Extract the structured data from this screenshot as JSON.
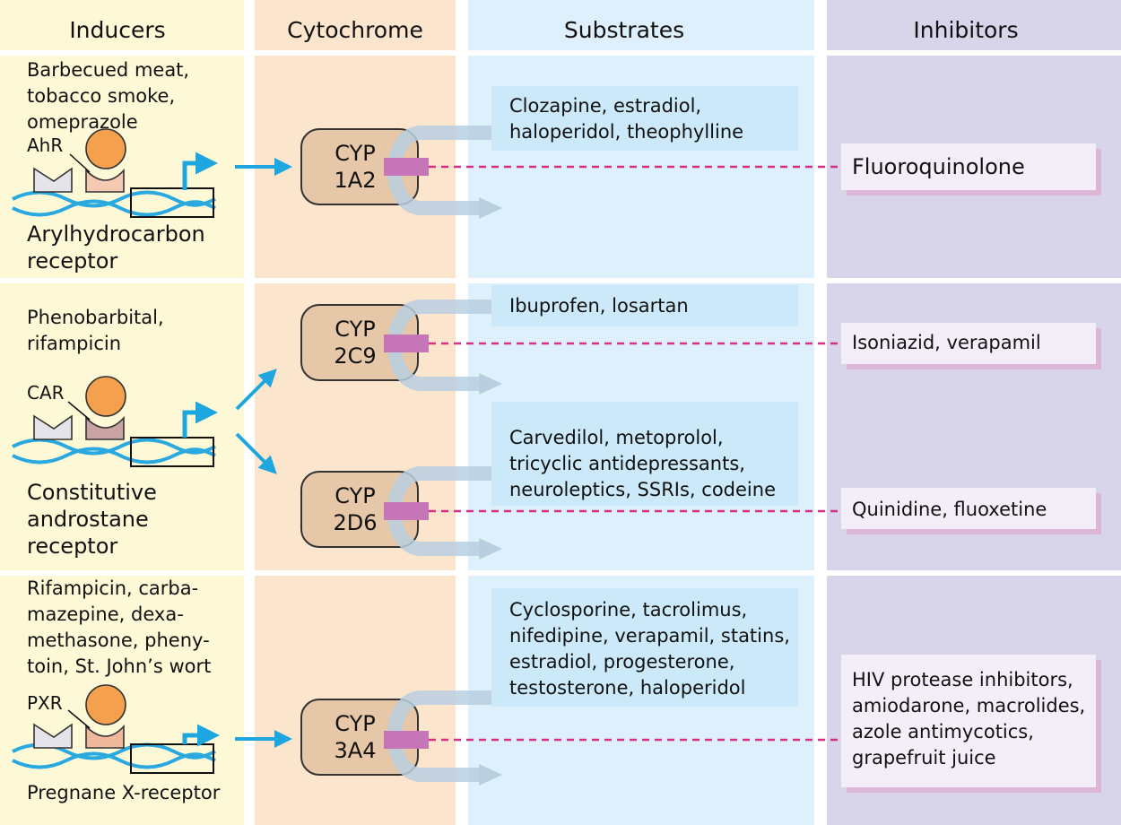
{
  "headers": {
    "inducers": "Inducers",
    "cytochrome": "Cytochrome",
    "substrates": "Substrates",
    "inhibitors": "Inhibitors"
  },
  "rows": [
    {
      "inducers": "Barbecued meat,\ntobacco smoke,\nomeprazole",
      "receptor_abbr": "AhR",
      "receptor_name": "Arylhydrocarbon\nreceptor"
    },
    {
      "inducers": "Phenobarbital,\nrifampicin",
      "receptor_abbr": "CAR",
      "receptor_name": "Constitutive\nandrostane\nreceptor"
    },
    {
      "inducers": "Rifampicin, carba-\nmazepine, dexa-\nmethasone, pheny-\ntoin, St. John’s wort",
      "receptor_abbr": "PXR",
      "receptor_name": "Pregnane X-receptor"
    }
  ],
  "enzymes": [
    {
      "label": "CYP\n1A2",
      "substrates": "Clozapine, estradiol,\nhaloperidol, theophylline",
      "inhibitors": "Fluoroquinolone"
    },
    {
      "label": "CYP\n2C9",
      "substrates": "Ibuprofen, losartan",
      "inhibitors": "Isoniazid, verapamil"
    },
    {
      "label": "CYP\n2D6",
      "substrates": "Carvedilol, metoprolol,\ntricyclic antidepressants,\nneuroleptics, SSRIs, codeine",
      "inhibitors": "Quinidine, fluoxetine"
    },
    {
      "label": "CYP\n3A4",
      "substrates": "Cyclosporine, tacrolimus,\nnifedipine, verapamil, statins,\nestradiol, progesterone,\ntestosterone, haloperidol",
      "inhibitors": "HIV protease inhibitors,\namiodarone, macrolides,\nazole antimycotics,\ngrapefruit juice"
    }
  ],
  "colors": {
    "inducers_bg": "#fdf9d6",
    "cytochrome_bg": "#fbe5cc",
    "substrates_bg": "#def0fb",
    "inhibitors_bg": "#d8d4ea",
    "arrow_blue": "#1ea6e0",
    "inhibition_line": "#d62f86",
    "enzyme_fill": "#e6c7a8",
    "ligand_orange": "#f5a04c"
  }
}
